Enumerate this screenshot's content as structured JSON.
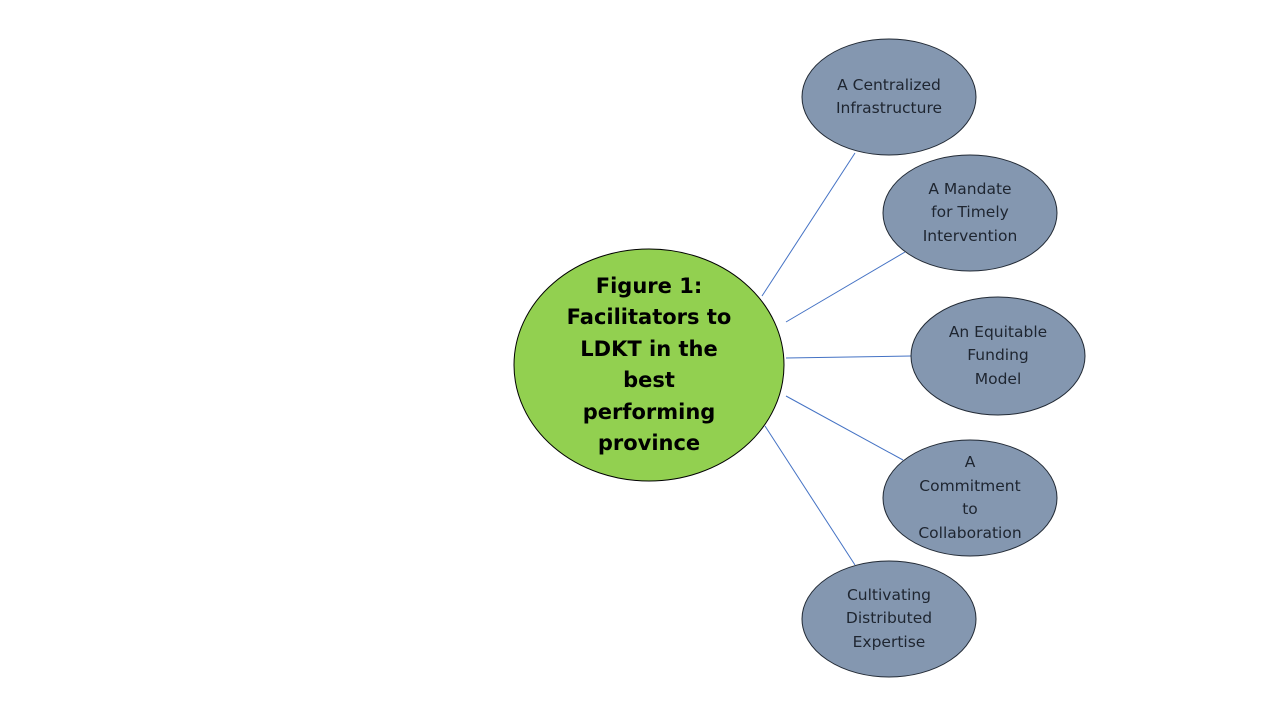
{
  "diagram": {
    "center": {
      "lines": [
        "Figure 1:",
        "Facilitators to",
        "LDKT in the",
        "best",
        "performing",
        "province"
      ],
      "fill": "#92d050",
      "stroke": "#000000"
    },
    "leaf_style": {
      "fill": "#8497b0",
      "stroke": "#222a35",
      "connector": "#4472c4"
    },
    "leaves": [
      {
        "id": "centralized-infrastructure",
        "lines": [
          "A Centralized",
          "Infrastructure"
        ]
      },
      {
        "id": "mandate-timely-intervention",
        "lines": [
          "A Mandate",
          "for Timely",
          "Intervention"
        ]
      },
      {
        "id": "equitable-funding-model",
        "lines": [
          "An Equitable",
          "Funding",
          "Model"
        ]
      },
      {
        "id": "commitment-collaboration",
        "lines": [
          "A",
          "Commitment",
          "to",
          "Collaboration"
        ]
      },
      {
        "id": "distributed-expertise",
        "lines": [
          "Cultivating",
          "Distributed",
          "Expertise"
        ]
      }
    ]
  }
}
